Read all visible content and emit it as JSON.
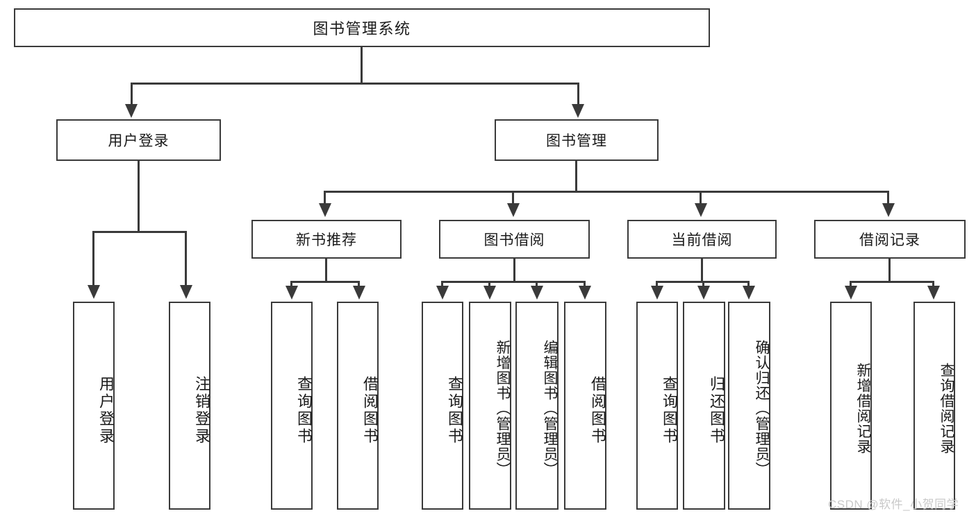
{
  "diagram": {
    "title_node": {
      "label": "图书管理系统"
    },
    "level2": [
      {
        "id": "user-login",
        "label": "用户登录"
      },
      {
        "id": "book-management",
        "label": "图书管理"
      }
    ],
    "level3": [
      {
        "id": "new-book-recommend",
        "label": "新书推荐"
      },
      {
        "id": "book-borrow",
        "label": "图书借阅"
      },
      {
        "id": "current-borrow",
        "label": "当前借阅"
      },
      {
        "id": "borrow-record",
        "label": "借阅记录"
      }
    ],
    "leaves": {
      "user_login": [
        {
          "id": "leaf-user-login",
          "label": "用户登录"
        },
        {
          "id": "leaf-logout-login",
          "label": "注销登录"
        }
      ],
      "new_book_recommend": [
        {
          "id": "leaf-query-book-1",
          "label": "查询图书"
        },
        {
          "id": "leaf-borrow-book-1",
          "label": "借阅图书"
        }
      ],
      "book_borrow": [
        {
          "id": "leaf-query-book-2",
          "label": "查询图书"
        },
        {
          "id": "leaf-add-book",
          "label": "新增图书（管理员）"
        },
        {
          "id": "leaf-edit-book",
          "label": "编辑图书（管理员）"
        },
        {
          "id": "leaf-borrow-book-2",
          "label": "借阅图书"
        }
      ],
      "current_borrow": [
        {
          "id": "leaf-query-book-3",
          "label": "查询图书"
        },
        {
          "id": "leaf-return-book",
          "label": "归还图书"
        },
        {
          "id": "leaf-confirm-return",
          "label": "确认归还（管理员）"
        }
      ],
      "borrow_record": [
        {
          "id": "leaf-add-borrow-record",
          "label": "新增借阅记录"
        },
        {
          "id": "leaf-query-borrow-record",
          "label": "查询借阅记录"
        }
      ]
    }
  },
  "watermark": {
    "text": "CSDN @软件_小贺同学"
  },
  "colors": {
    "border": "#3a3a3a",
    "text": "#1a1a1a",
    "background": "#ffffff",
    "watermark": "#c9c9c9"
  }
}
